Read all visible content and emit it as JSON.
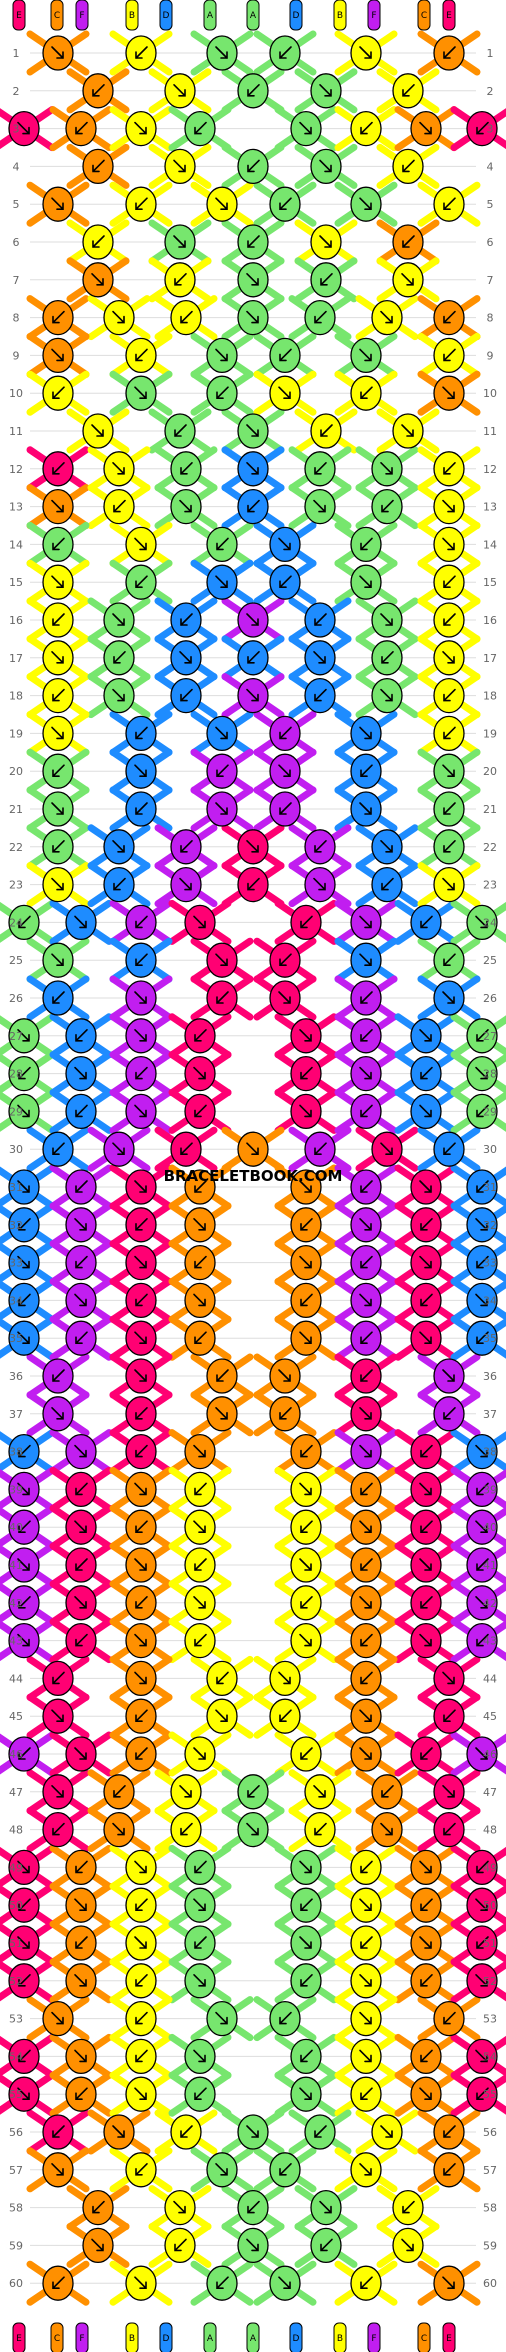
{
  "watermark": "BRACELETBOOK.COM",
  "colors": {
    "A": "#77e66e",
    "B": "#ffff00",
    "C": "#ff9000",
    "D": "#1e8cff",
    "E": "#ff0073",
    "F": "#c11ef0"
  },
  "strings_top": [
    "E",
    "C",
    "F",
    "B",
    "D",
    "A",
    "A",
    "D",
    "B",
    "F",
    "C",
    "E"
  ],
  "strings_bottom": [
    "E",
    "C",
    "F",
    "B",
    "D",
    "A",
    "A",
    "D",
    "B",
    "F",
    "C",
    "E"
  ],
  "row_numbers_left": [
    "1",
    "2",
    "3",
    "4",
    "5",
    "6",
    "7",
    "8",
    "9",
    "10",
    "11",
    "12",
    "13",
    "14",
    "15",
    "16",
    "17",
    "18",
    "19",
    "20",
    "21",
    "22",
    "23",
    "24",
    "25",
    "26",
    "27",
    "28",
    "29",
    "30",
    "31",
    "32",
    "33",
    "34",
    "35",
    "36",
    "37",
    "38",
    "39",
    "40",
    "41",
    "42",
    "43",
    "44",
    "45",
    "46",
    "47",
    "48",
    "49",
    "50",
    "51",
    "52",
    "53",
    "54",
    "55",
    "56",
    "57",
    "58",
    "59",
    "60"
  ],
  "row_numbers_right": [
    "1",
    "2",
    "3",
    "4",
    "5",
    "6",
    "7",
    "8",
    "9",
    "10",
    "11",
    "12",
    "13",
    "14",
    "15",
    "16",
    "17",
    "18",
    "19",
    "20",
    "21",
    "22",
    "23",
    "24",
    "25",
    "26",
    "27",
    "28",
    "29",
    "30",
    "31",
    "32",
    "33",
    "34",
    "35",
    "36",
    "37",
    "38",
    "39",
    "40",
    "41",
    "42",
    "43",
    "44",
    "45",
    "46",
    "47",
    "48",
    "49",
    "50",
    "51",
    "52",
    "53",
    "54",
    "55",
    "56",
    "57",
    "58",
    "59",
    "60"
  ],
  "knot_rows": [
    "CBAABC",
    "CBAAB",
    "ECBAABCE",
    "CBAAB",
    "CBBAAB",
    "BAABC",
    "CBAAB",
    "CBBAABC",
    "CBAAAB",
    "BAABBC",
    "BAABB",
    "EBADAAB",
    "CBADAAB",
    "ABADAB",
    "BADDAB",
    "BADFDAB",
    "BADDDAB",
    "BADFDAB",
    "BDDFDB",
    "ADFFDA",
    "ADFFDA",
    "ADFEFDA",
    "BDFEFDB",
    "ADFEEFDA",
    "ADEEDA",
    "DFEEFD",
    "ADFEEFDA",
    "ADFEEFDA",
    "ADFEEFDA",
    "DFECFED",
    "DFECCFED",
    "DFECCFED",
    "DFECCFED",
    "DFECCFED",
    "DFECCFED",
    "FECCEF",
    "FECCEF",
    "DFECCFED",
    "FECBBCEF",
    "FECBBCEF",
    "FECBBCEF",
    "FECBBCEF",
    "FECBBCEF",
    "ECBBCE",
    "ECBBCE",
    "FECBBCEF",
    "ECBABCE",
    "ECBABCE",
    "ECBAABCE",
    "ECBAABCE",
    "ECBAABCE",
    "ECBAABCE",
    "CBAABC",
    "ECBAABCE",
    "ECBAABCE",
    "ECBAABC",
    "CBAABC",
    "CBAAB",
    "CBAAB",
    "CBAABC"
  ]
}
